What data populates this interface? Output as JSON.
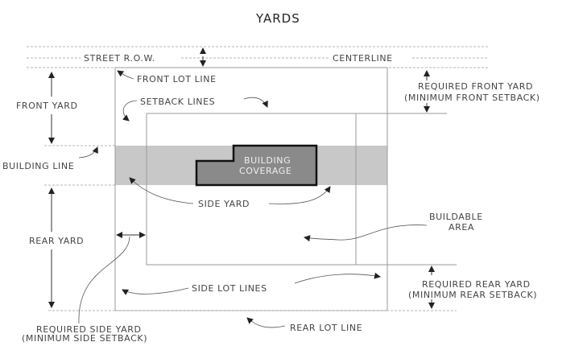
{
  "title": "YARDS",
  "labels": {
    "street_row": "STREET R.O.W.",
    "centerline": "CENTERLINE",
    "front_lot_line": "FRONT LOT LINE",
    "front_yard": "FRONT YARD",
    "setback_lines": "SETBACK LINES",
    "required_front_yard": "REQUIRED FRONT YARD",
    "minimum_front_setback": "(MINIMUM FRONT SETBACK)",
    "building_line": "BUILDING LINE",
    "building": "BUILDING",
    "coverage": "COVERAGE",
    "side_yard": "SIDE YARD",
    "buildable": "BUILDABLE",
    "area": "AREA",
    "rear_yard": "REAR YARD",
    "side_lot_lines": "SIDE LOT LINES",
    "required_rear_yard": "REQUIRED REAR YARD",
    "minimum_rear_setback": "(MINIMUM REAR SETBACK)",
    "required_side_yard": "REQUIRED SIDE YARD",
    "minimum_side_setback": "(MINIMUM SIDE SETBACK)",
    "rear_lot_line": "REAR LOT LINE"
  },
  "colors": {
    "yard_band": "#c8c8c8",
    "building": "#8a8a8a"
  }
}
